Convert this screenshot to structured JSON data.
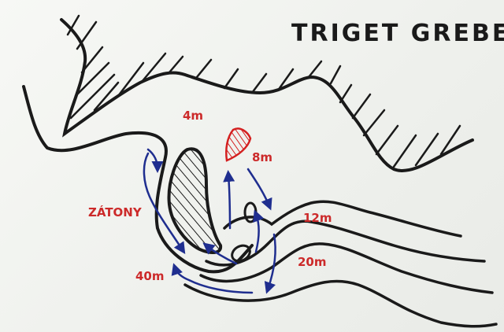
{
  "title": "TRIGET GREBEN",
  "depth_labels": {
    "shallow": "4m",
    "pinnacle": "8m",
    "mid": "12m",
    "deep": "20m",
    "deepest": "40m",
    "reefs": "ZÁTONY"
  },
  "colors": {
    "ink": "#1a1a1a",
    "label_red": "#cc2a2a",
    "hazard_red": "#d42020",
    "arrow_blue": "#1f2e8f",
    "board": "#f4f5f1"
  }
}
